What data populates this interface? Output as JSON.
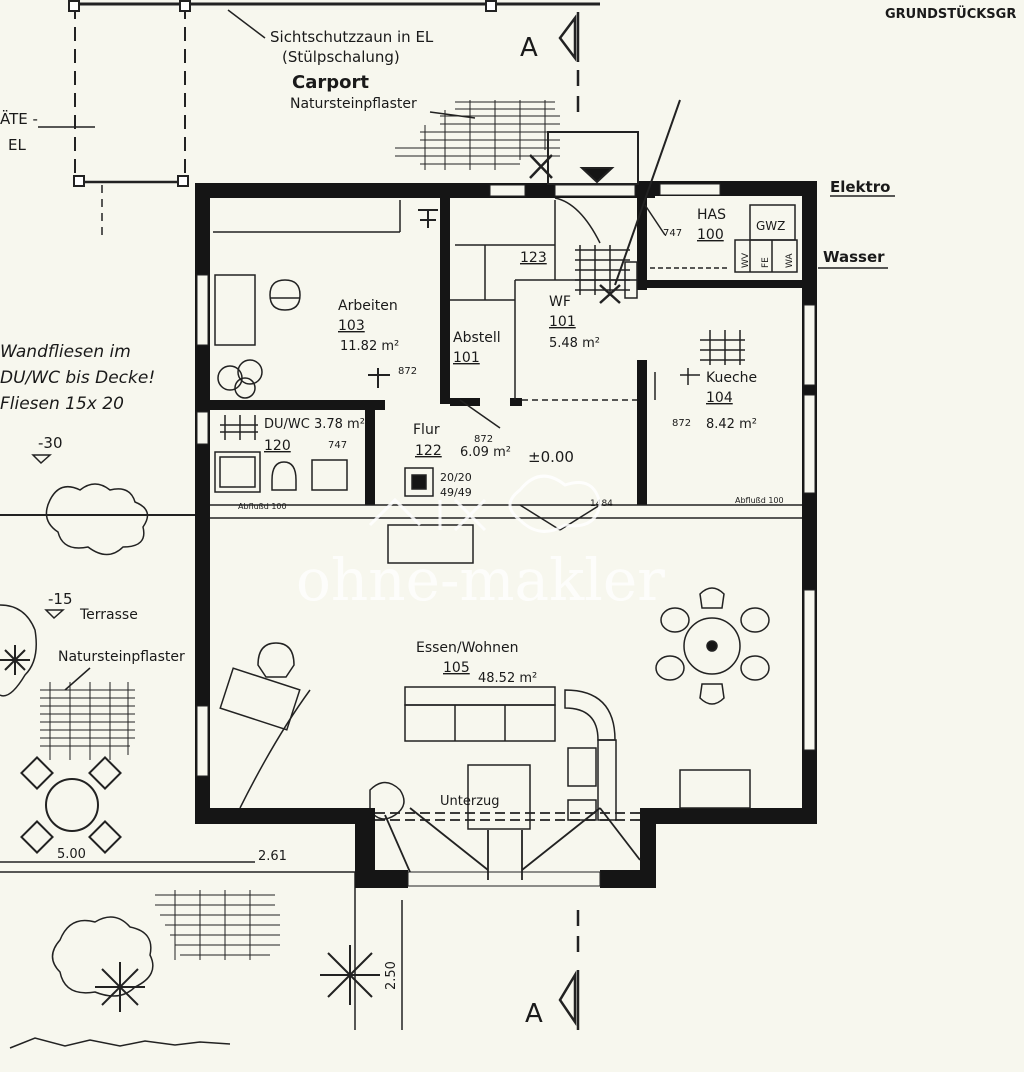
{
  "header": {
    "corner_label": "GRUNDSTÜCKSGR",
    "section_marker_top": "A",
    "section_marker_bottom": "A"
  },
  "carport": {
    "fence_note_1": "Sichtschutzzaun in EL",
    "fence_note_2": "(Stülpschalung)",
    "title": "Carport",
    "paving": "Natursteinpflaster"
  },
  "left_notes": {
    "garage_1": "ÄTE -",
    "garage_2": "EL",
    "tiles_1": "Wandfliesen im",
    "tiles_2": "DU/WC bis Decke!",
    "tiles_3": "Fliesen 15x 20",
    "level_1": "-30",
    "level_2": "-15",
    "terrace": "Terrasse",
    "terrace_paving": "Natursteinpflaster",
    "dim_width": "5.00",
    "dim_offset": "2.61",
    "dim_depth": "2.50"
  },
  "utilities": {
    "electric": "Elektro",
    "water": "Wasser",
    "gas_meter": "GWZ",
    "sym_wv": "WV",
    "sym_fe": "FE",
    "sym_wa": "WA"
  },
  "rooms": [
    {
      "name": "Arbeiten",
      "number": "103",
      "area": "11.82 m²"
    },
    {
      "name": "DU/WC 3.78 m²",
      "number": "120",
      "area": ""
    },
    {
      "name": "Abstell",
      "number": "101",
      "area": ""
    },
    {
      "name": "",
      "number": "123",
      "area": ""
    },
    {
      "name": "WF",
      "number": "101",
      "area": "5.48 m²"
    },
    {
      "name": "HAS",
      "number": "100",
      "area": ""
    },
    {
      "name": "Kueche",
      "number": "104",
      "area": "8.42 m²"
    },
    {
      "name": "Flur",
      "number": "122",
      "area": "6.09 m²"
    },
    {
      "name": "Essen/Wohnen",
      "number": "105",
      "area": "48.52 m²"
    }
  ],
  "annotations": {
    "door_872_a": "872",
    "door_747_a": "747",
    "door_872_b": "872",
    "door_747_b": "747",
    "door_872_c": "872",
    "level_zero": "±0.00",
    "chimney_1": "20/20",
    "chimney_2": "49/49",
    "sill_left": "Abflußd 100",
    "sill_right": "Abflußd 100",
    "sill_mid": "1484",
    "beam": "Unterzug"
  },
  "watermark": "ohne-makler"
}
